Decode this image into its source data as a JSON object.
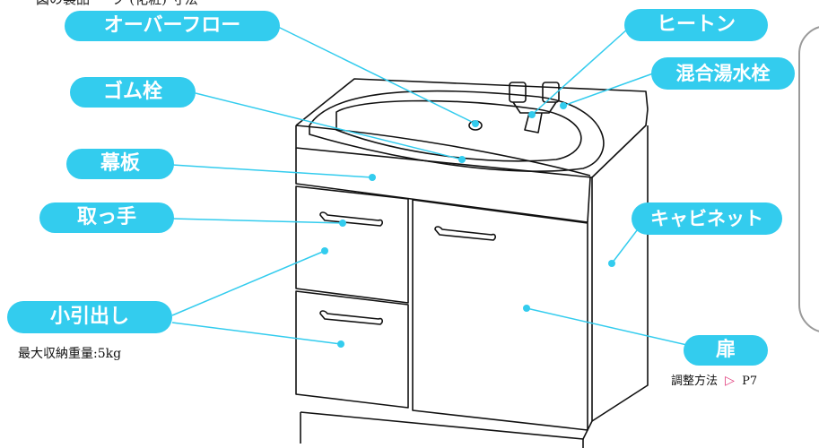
{
  "header": {
    "caption": "図の製品 ー ブ  (化粧) 寸法"
  },
  "labels": {
    "overflow": "オーバーフロー",
    "rubber_plug": "ゴム栓",
    "apron": "幕板",
    "handle": "取っ手",
    "small_drawer": "小引出し",
    "heaton": "ヒートン",
    "mixing_faucet": "混合湯水栓",
    "cabinet": "キャビネット",
    "door": "扉"
  },
  "notes": {
    "max_load": "最大収納重量:5kg",
    "adjust_label": "調整方法",
    "adjust_page": "P7"
  },
  "colors": {
    "label_bg": "#33ccee",
    "leader": "#33ccee",
    "outline": "#111111",
    "panel_border": "#9a9a9a"
  }
}
